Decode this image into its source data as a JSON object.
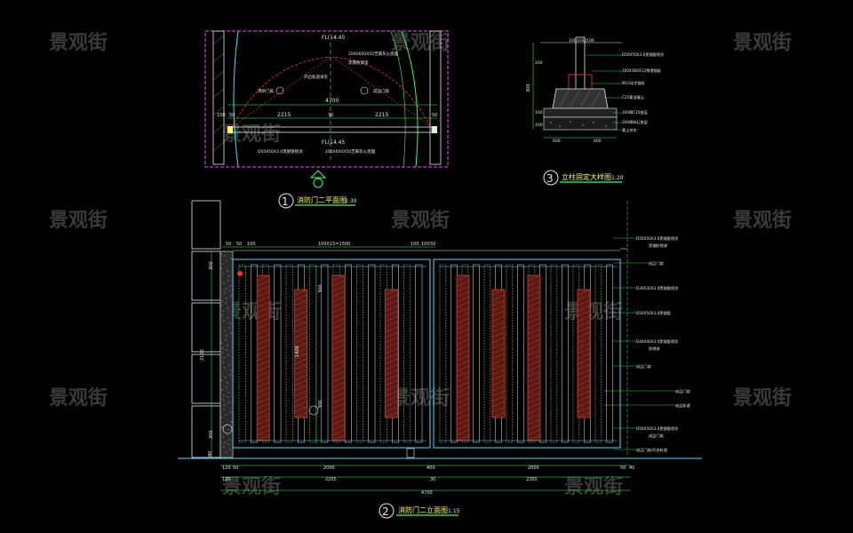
{
  "watermark": "景观街",
  "plan": {
    "title": "消防门二平面图",
    "number": "1",
    "scale": "1:30",
    "label_top": "FL(14.45",
    "label_bottom": "FL(14.45",
    "note_top": "200X600X50芝麻灰火烧面",
    "note_top2": "黑钢防锈漆",
    "note_mid": "开启轨道详见",
    "note_left": "消防门扇",
    "note_right": "成品门扇",
    "note_bottom1": "D50X50X3.0黑钢管喷涂",
    "note_bottom2": "200X600X50芝麻灰火烧面",
    "dim_total": "4700",
    "dim_left": "2215",
    "dim_right": "2215",
    "dim_edge_l": "150",
    "dim_edge_l2": "50",
    "dim_mid": "30",
    "dim_edge_r": "50"
  },
  "detail": {
    "title": "立柱固定大样图",
    "number": "3",
    "scale": "1:20",
    "top_dim": "100|100|100",
    "dim_h": "300",
    "dim_a": "200",
    "dim_b": "100",
    "dim_c": "100",
    "notes": [
      "D50X50X3.0黑钢管喷涂",
      "200X300X12预埋钢板",
      "M12化学锚栓",
      "C25素混凝土",
      "100厚C15垫层",
      "200厚碎石垫层",
      "素土夯实"
    ],
    "bottom_dim1": "600",
    "bottom_dim2": "600"
  },
  "elevation": {
    "title": "消防门二立面图",
    "number": "2",
    "scale": "1:15",
    "top_dims": [
      "50",
      "50",
      "100",
      "100X15=1500",
      "100",
      "100",
      "50"
    ],
    "right_notes": [
      "D50X50X3.0黑钢管喷涂",
      "黑钢防锈漆",
      "成品门扇",
      "D30X30X2.0黑钢管喷涂",
      "D50X50X3.0黑钢管",
      "D40X40X3.0黑钢管喷涂",
      "防锈漆",
      "成品门扇",
      "成品门扇",
      "成品轨道",
      "D50X50X3.0黑钢管喷涂",
      "成品门扇",
      "成品门扇/开启轨道"
    ],
    "left_dims": [
      "300",
      "2100",
      "300",
      "80"
    ],
    "inner_dims": [
      "300",
      "1400",
      "300"
    ],
    "bottom_dims_row1": [
      "120",
      "50",
      "2000",
      "400",
      "2000",
      "50",
      "40"
    ],
    "bottom_dims_row2": [
      "120",
      "2205",
      "30",
      "2265"
    ],
    "bottom_total": "4700"
  },
  "colors": {
    "bg": "#000000",
    "line_white": "#e8e8e8",
    "line_green": "#3cff5a",
    "line_yellow": "#ffff66",
    "line_cyan": "#40e0ff",
    "line_red": "#ff3030",
    "line_magenta": "#ff44ff",
    "hatch_red": "#d04030",
    "watermark": "#3a3a3a"
  }
}
